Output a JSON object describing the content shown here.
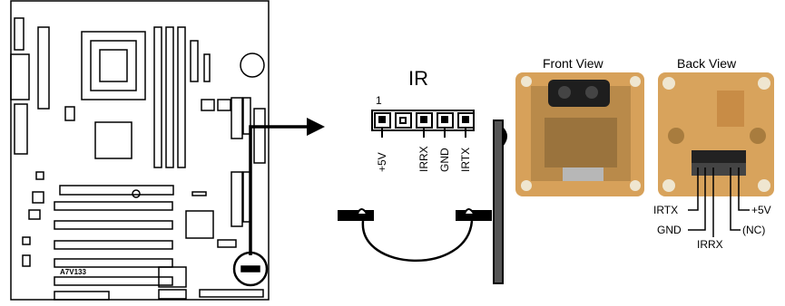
{
  "board": {
    "model": "A7V133"
  },
  "connector": {
    "title": "IR",
    "pin1_label": "1",
    "pins": [
      "+5V",
      "",
      "IRRX",
      "GND",
      "IRTX"
    ]
  },
  "front_view": {
    "title": "Front View"
  },
  "back_view": {
    "title": "Back View",
    "left_labels": [
      "IRTX",
      "GND",
      "IRRX"
    ],
    "right_labels": [
      "+5V",
      "(NC)"
    ]
  },
  "colors": {
    "pcb": "#d9a25a",
    "pcb_dark": "#8a5a26",
    "line": "#000000"
  }
}
